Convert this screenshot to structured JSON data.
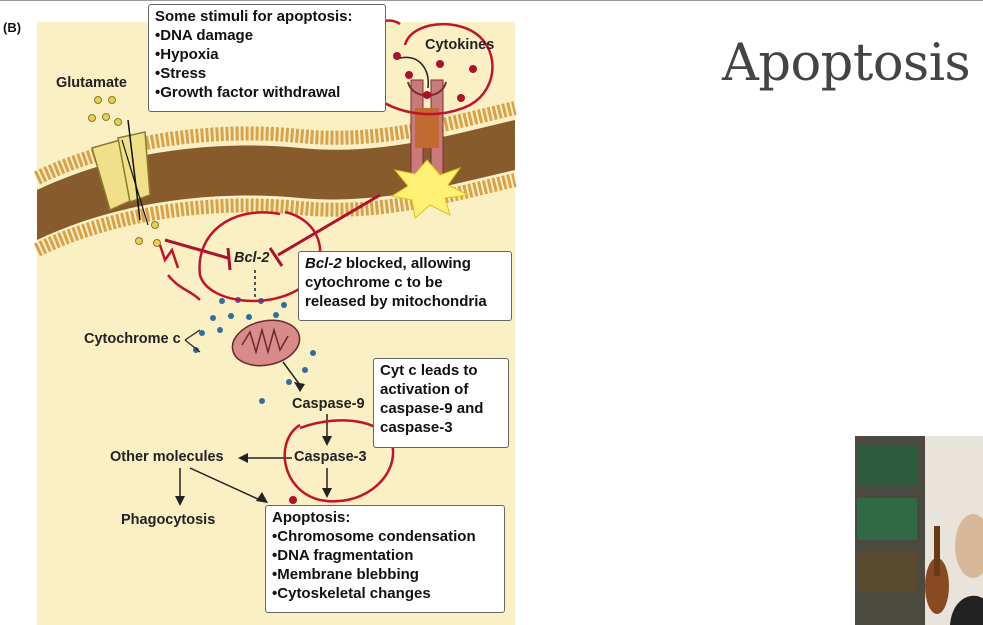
{
  "slide": {
    "title": "Apoptosis",
    "panel_letter": "(B)"
  },
  "figure": {
    "stimuli_box": {
      "heading": "Some stimuli for apoptosis:",
      "items": [
        "DNA damage",
        "Hypoxia",
        "Stress",
        "Growth factor withdrawal"
      ]
    },
    "labels": {
      "glutamate": "Glutamate",
      "cytokines": "Cytokines",
      "bcl2": "Bcl-2",
      "cytochrome_c": "Cytochrome c",
      "caspase9": "Caspase-9",
      "caspase3": "Caspase-3",
      "other_molecules": "Other molecules",
      "phagocytosis": "Phagocytosis"
    },
    "bcl2_box": {
      "italic": "Bcl-2",
      "rest": " blocked, allowing cytochrome c to be released by mitochondria"
    },
    "cytc_box": {
      "text": "Cyt c leads to activation of caspase-9 and caspase-3"
    },
    "apoptosis_box": {
      "heading": "Apoptosis:",
      "items": [
        "Chromosome condensation",
        "DNA fragmentation",
        "Membrane blebbing",
        "Cytoskeletal changes"
      ]
    },
    "colors": {
      "cytoplasm": "#fbefc4",
      "membrane_head": "#d8a24a",
      "membrane_core": "#7a4a1c",
      "annotation_ink": "#c0142c",
      "receptor": "#c97a7a",
      "channel": "#f0e08a",
      "dots_blue": "#2f6f9a"
    }
  },
  "webcam": {
    "description_icon": "presenter-video-icon"
  }
}
